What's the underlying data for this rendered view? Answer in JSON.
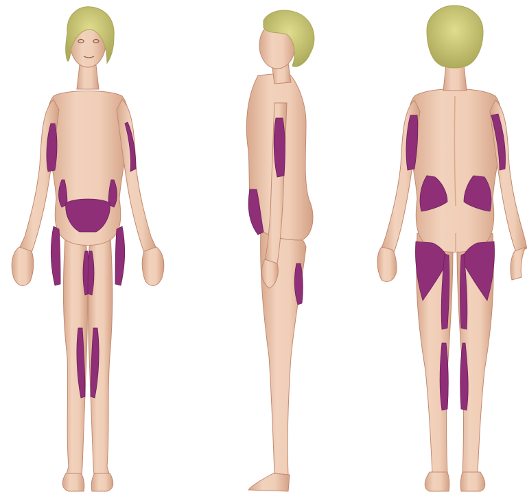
{
  "figure": {
    "views": [
      {
        "view": "front",
        "regions": [
          "upper-arms",
          "flanks",
          "lower-abdomen",
          "outer-thighs",
          "inner-thighs",
          "inner-knees"
        ]
      },
      {
        "view": "side",
        "regions": [
          "upper-arm",
          "lower-abdomen",
          "outer-thigh"
        ]
      },
      {
        "view": "back",
        "regions": [
          "upper-arms",
          "hip-love-handles",
          "posterior-thighs",
          "lower-legs"
        ]
      }
    ],
    "colors": {
      "background": "#ffffff",
      "skin": "#eec9b0",
      "skin_shadow": "#d9a78c",
      "skin_outline": "#c08a70",
      "hair": "#d2d07a",
      "hair_dark": "#a9a656",
      "region_fill": "#8e2f78",
      "region_edge": "#6e1f5c"
    }
  }
}
